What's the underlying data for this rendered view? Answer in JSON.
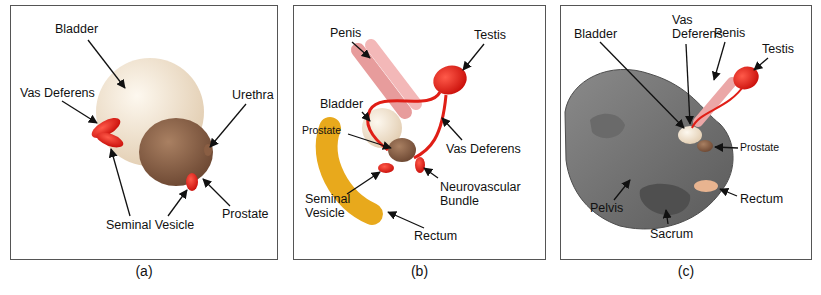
{
  "diagram": {
    "nodes": [
      {
        "text": [
          "(a)"
        ]
      },
      {
        "text": [
          "(b)"
        ]
      },
      {
        "text": [
          "(c)"
        ]
      }
    ],
    "labels": [
      "Bladder",
      "Vas Deferens",
      "Urethra",
      "Seminal Vesicle",
      "Prostate",
      "Penis",
      "Testis",
      "Bladder",
      "Prostate",
      "Vas Deferens",
      "Seminal Vesicle",
      "Neurovascular Bundle",
      "Rectum",
      "Bladder",
      "Vas Deferens",
      "Penis",
      "Testis",
      "Prostate",
      "Pelvis",
      "Rectum",
      "Sacrum"
    ]
  }
}
